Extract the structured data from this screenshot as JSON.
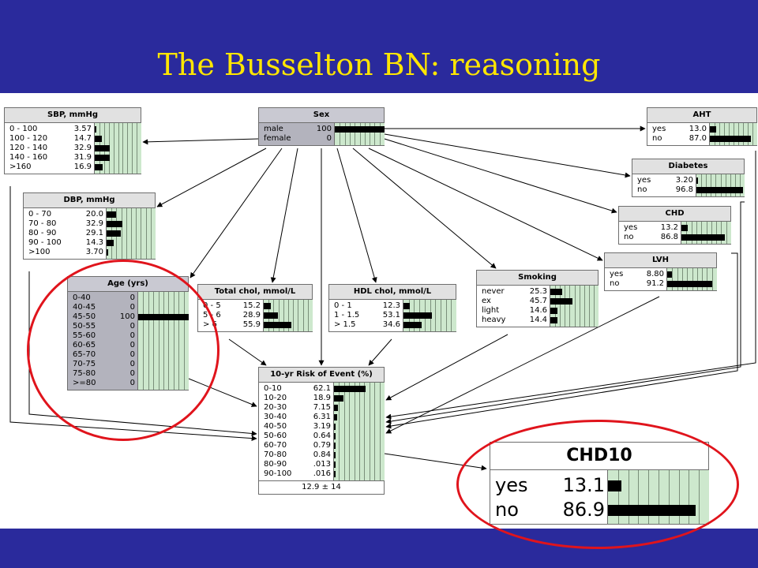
{
  "slide": {
    "title": "The Busselton BN: reasoning"
  },
  "colors": {
    "band": "#2a2a9c",
    "title": "#ffe600",
    "bar_zone": "#cde8cd",
    "evidence": "#b3b3bd",
    "highlight": "#e0141c"
  },
  "nodes": [
    {
      "id": "sbp",
      "name": "SBP, mmHg",
      "evidence": false,
      "states": [
        {
          "label": "0 - 100",
          "value": "3.57",
          "p": 3.57
        },
        {
          "label": "100 - 120",
          "value": "14.7",
          "p": 14.7
        },
        {
          "label": "120 - 140",
          "value": "32.9",
          "p": 32.9
        },
        {
          "label": "140 - 160",
          "value": "31.9",
          "p": 31.9
        },
        {
          "label": ">160",
          "value": "16.9",
          "p": 16.9
        }
      ]
    },
    {
      "id": "sex",
      "name": "Sex",
      "evidence": true,
      "states": [
        {
          "label": "male",
          "value": "100",
          "p": 100
        },
        {
          "label": "female",
          "value": "0",
          "p": 0
        }
      ]
    },
    {
      "id": "aht",
      "name": "AHT",
      "evidence": false,
      "states": [
        {
          "label": "yes",
          "value": "13.0",
          "p": 13.0
        },
        {
          "label": "no",
          "value": "87.0",
          "p": 87.0
        }
      ]
    },
    {
      "id": "diabetes",
      "name": "Diabetes",
      "evidence": false,
      "states": [
        {
          "label": "yes",
          "value": "3.20",
          "p": 3.2
        },
        {
          "label": "no",
          "value": "96.8",
          "p": 96.8
        }
      ]
    },
    {
      "id": "dbp",
      "name": "DBP, mmHg",
      "evidence": false,
      "states": [
        {
          "label": "0 - 70",
          "value": "20.0",
          "p": 20.0
        },
        {
          "label": "70 - 80",
          "value": "32.9",
          "p": 32.9
        },
        {
          "label": "80 - 90",
          "value": "29.1",
          "p": 29.1
        },
        {
          "label": "90 - 100",
          "value": "14.3",
          "p": 14.3
        },
        {
          "label": ">100",
          "value": "3.70",
          "p": 3.7
        }
      ]
    },
    {
      "id": "chd",
      "name": "CHD",
      "evidence": false,
      "states": [
        {
          "label": "yes",
          "value": "13.2",
          "p": 13.2
        },
        {
          "label": "no",
          "value": "86.8",
          "p": 86.8
        }
      ]
    },
    {
      "id": "lvh",
      "name": "LVH",
      "evidence": false,
      "states": [
        {
          "label": "yes",
          "value": "8.80",
          "p": 8.8
        },
        {
          "label": "no",
          "value": "91.2",
          "p": 91.2
        }
      ]
    },
    {
      "id": "smoking",
      "name": "Smoking",
      "evidence": false,
      "states": [
        {
          "label": "never",
          "value": "25.3",
          "p": 25.3
        },
        {
          "label": "ex",
          "value": "45.7",
          "p": 45.7
        },
        {
          "label": "light",
          "value": "14.6",
          "p": 14.6
        },
        {
          "label": "heavy",
          "value": "14.4",
          "p": 14.4
        }
      ]
    },
    {
      "id": "age",
      "name": "Age (yrs)",
      "evidence": true,
      "states": [
        {
          "label": "0-40",
          "value": "0",
          "p": 0
        },
        {
          "label": "40-45",
          "value": "0",
          "p": 0
        },
        {
          "label": "45-50",
          "value": "100",
          "p": 100
        },
        {
          "label": "50-55",
          "value": "0",
          "p": 0
        },
        {
          "label": "55-60",
          "value": "0",
          "p": 0
        },
        {
          "label": "60-65",
          "value": "0",
          "p": 0
        },
        {
          "label": "65-70",
          "value": "0",
          "p": 0
        },
        {
          "label": "70-75",
          "value": "0",
          "p": 0
        },
        {
          "label": "75-80",
          "value": "0",
          "p": 0
        },
        {
          "label": ">=80",
          "value": "0",
          "p": 0
        }
      ]
    },
    {
      "id": "totchol",
      "name": "Total chol, mmol/L",
      "evidence": false,
      "states": [
        {
          "label": "0 - 5",
          "value": "15.2",
          "p": 15.2
        },
        {
          "label": "5 - 6",
          "value": "28.9",
          "p": 28.9
        },
        {
          "label": "> 6",
          "value": "55.9",
          "p": 55.9
        }
      ]
    },
    {
      "id": "hdl",
      "name": "HDL chol, mmol/L",
      "evidence": false,
      "states": [
        {
          "label": "0 - 1",
          "value": "12.3",
          "p": 12.3
        },
        {
          "label": "1 - 1.5",
          "value": "53.1",
          "p": 53.1
        },
        {
          "label": "> 1.5",
          "value": "34.6",
          "p": 34.6
        }
      ]
    },
    {
      "id": "risk",
      "name": "10-yr Risk of Event (%)",
      "evidence": false,
      "states": [
        {
          "label": "0-10",
          "value": "62.1",
          "p": 62.1
        },
        {
          "label": "10-20",
          "value": "18.9",
          "p": 18.9
        },
        {
          "label": "20-30",
          "value": "7.15",
          "p": 7.15
        },
        {
          "label": "30-40",
          "value": "6.31",
          "p": 6.31
        },
        {
          "label": "40-50",
          "value": "3.19",
          "p": 3.19
        },
        {
          "label": "50-60",
          "value": "0.64",
          "p": 0.64
        },
        {
          "label": "60-70",
          "value": "0.79",
          "p": 0.79
        },
        {
          "label": "70-80",
          "value": "0.84",
          "p": 0.84
        },
        {
          "label": "80-90",
          "value": ".013",
          "p": 0.013
        },
        {
          "label": "90-100",
          "value": ".016",
          "p": 0.016
        }
      ],
      "footer": "12.9 ± 14"
    },
    {
      "id": "chd10",
      "name": "CHD10",
      "evidence": false,
      "states": [
        {
          "label": "yes",
          "value": "13.1",
          "p": 13.1
        },
        {
          "label": "no",
          "value": "86.9",
          "p": 86.9
        }
      ]
    }
  ]
}
